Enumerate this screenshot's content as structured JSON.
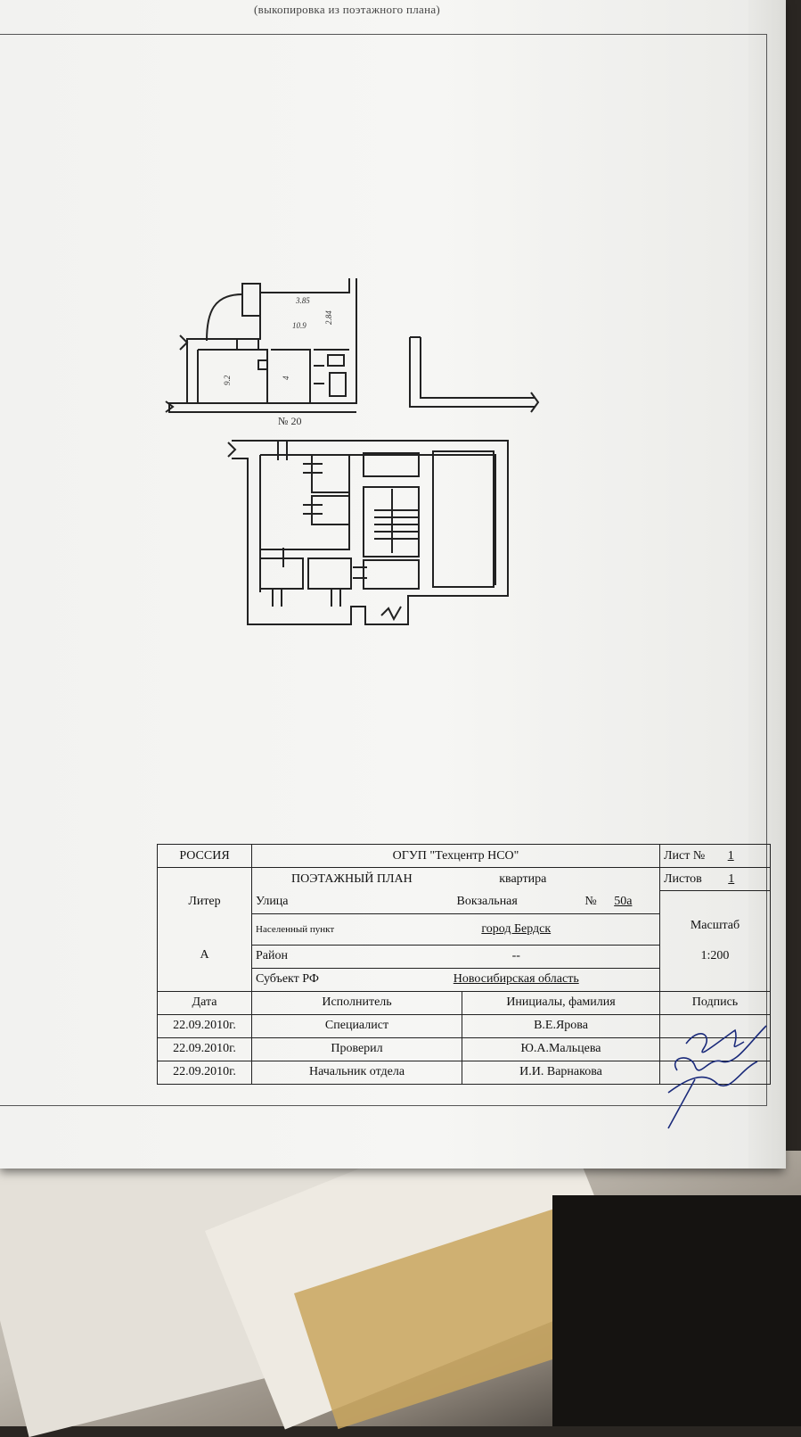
{
  "header": {
    "caption": "(выкопировка из поэтажного плана)"
  },
  "plan": {
    "room_dims": [
      "3.85",
      "10.9",
      "2.84"
    ],
    "room_labels": [
      "9.2",
      "4",
      "№ 20"
    ]
  },
  "stamp": {
    "country": "РОССИЯ",
    "organization": "ОГУП \"Техцентр НСО\"",
    "sheet_label": "Лист №",
    "sheet_no": "1",
    "sheets_label": "Листов",
    "sheets_count": "1",
    "doc_title": "ПОЭТАЖНЫЙ ПЛАН",
    "object_type": "квартира",
    "liter_label": "Литер",
    "liter_value": "А",
    "street_label": "Улица",
    "street_value": "Вокзальная",
    "number_label": "№",
    "number_value": "50а",
    "locality_label": "Населенный пункт",
    "locality_value": "город Бердск",
    "district_label": "Район",
    "district_value": "--",
    "subject_label": "Субъект РФ",
    "subject_value": "Новосибирская область",
    "scale_label": "Масштаб",
    "scale_value": "1:200",
    "columns": [
      "Дата",
      "Исполнитель",
      "Инициалы, фамилия",
      "Подпись"
    ],
    "rows": [
      {
        "date": "22.09.2010г.",
        "role": "Специалист",
        "name": "В.Е.Ярова"
      },
      {
        "date": "22.09.2010г.",
        "role": "Проверил",
        "name": "Ю.А.Мальцева"
      },
      {
        "date": "22.09.2010г.",
        "role": "Начальник отдела",
        "name": "И.И. Варнакова"
      }
    ]
  }
}
